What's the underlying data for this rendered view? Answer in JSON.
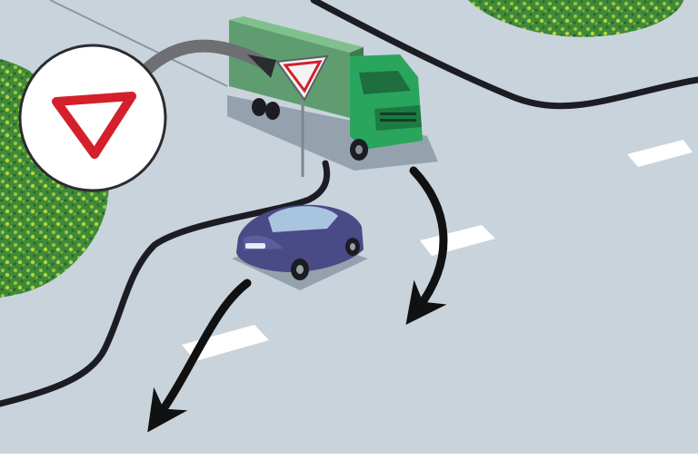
{
  "scene": {
    "subject": "road-intersection-yield-situation",
    "colors": {
      "road": "#c8d3dc",
      "grass": "#3f8a3a",
      "grass_light": "#a7c93a",
      "curb": "#1b1d22",
      "truck_cab": "#29a35d",
      "truck_box": "#5a9a6a",
      "car_body": "#4a4a86",
      "sign_red": "#d4202a",
      "arrow": "#1a1a1a",
      "marking": "#ffffff"
    },
    "icons": {
      "inset_sign": "yield-sign-icon",
      "roadside_sign": "yield-sign-icon"
    },
    "arrows": {
      "callout": "curved-pointer-arrow",
      "truck_path": "straight-ahead",
      "car_path": "left-turn"
    }
  }
}
